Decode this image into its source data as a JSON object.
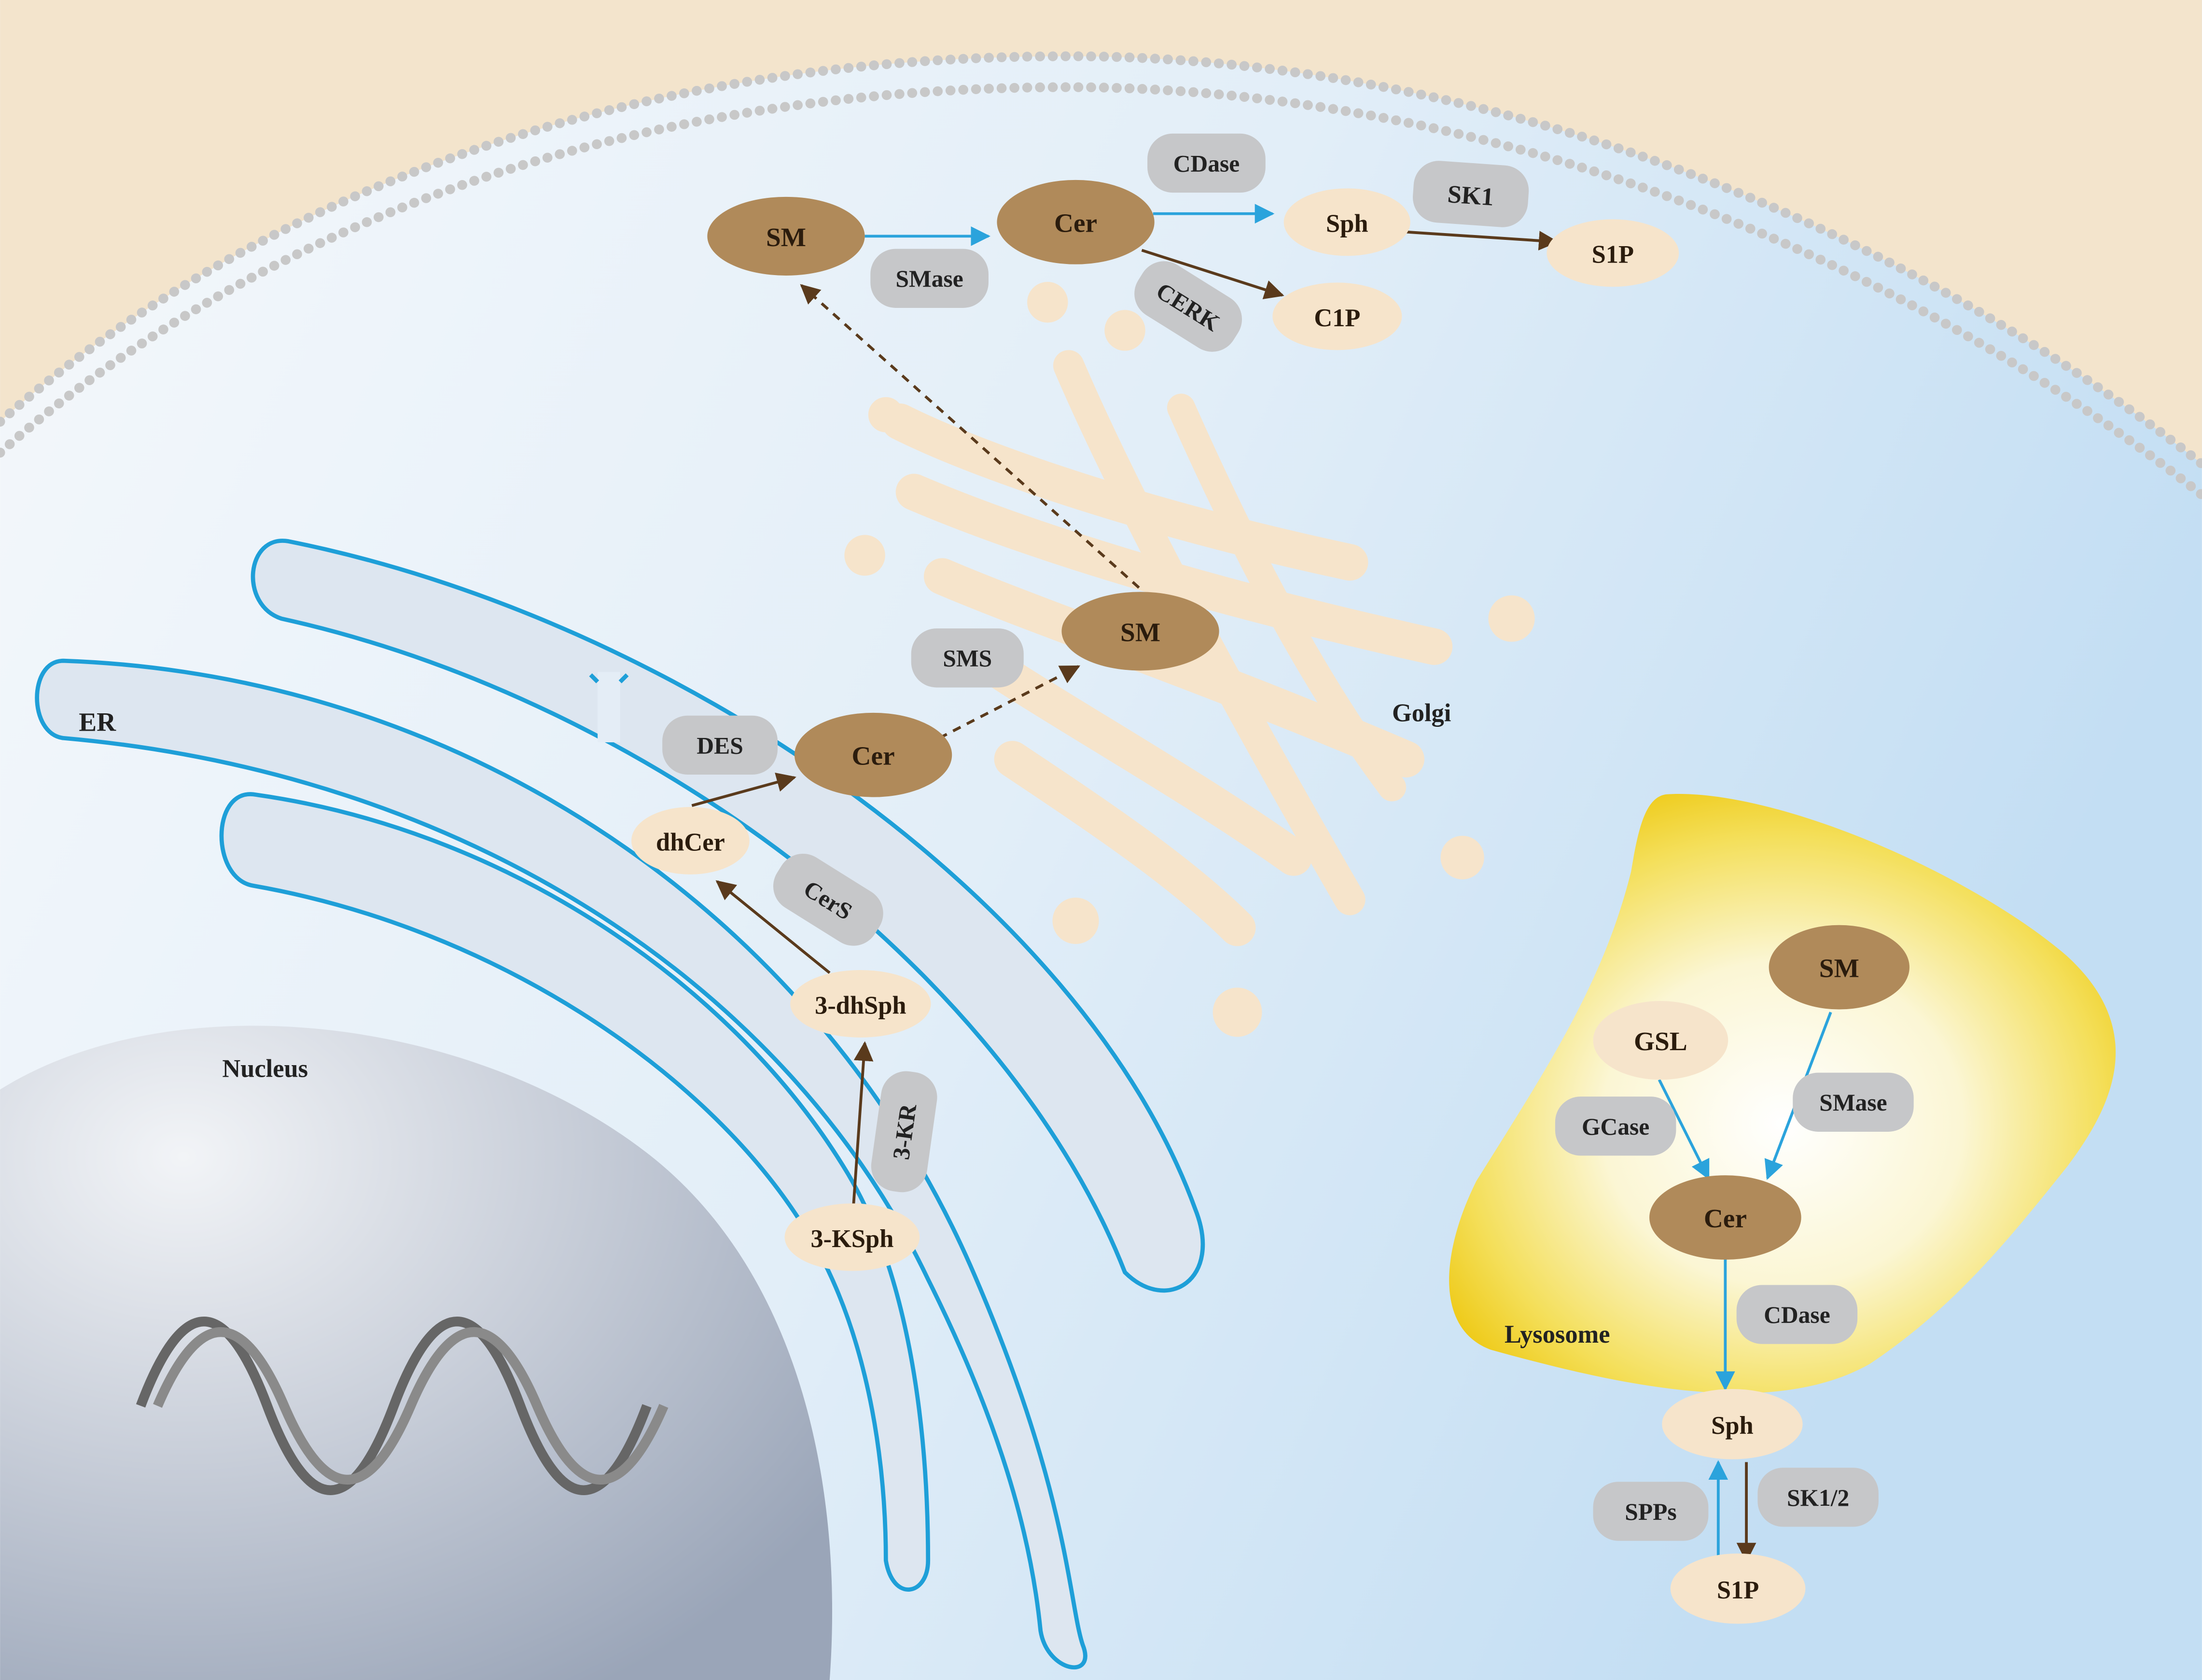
{
  "compartments": {
    "er": "ER",
    "golgi": "Golgi",
    "nucleus": "Nucleus",
    "lysosome": "Lysosome"
  },
  "metabolites": {
    "sm_membrane": "SM",
    "cer_membrane": "Cer",
    "sph_membrane": "Sph",
    "s1p_membrane": "S1P",
    "c1p_membrane": "C1P",
    "sm_golgi": "SM",
    "cer_er": "Cer",
    "dhcer_er": "dhCer",
    "dhsph_er": "3-dhSph",
    "ksph_er": "3-KSph",
    "sm_lysosome": "SM",
    "gsl_lysosome": "GSL",
    "cer_lysosome": "Cer",
    "sph_cytosol": "Sph",
    "s1p_cytosol": "S1P"
  },
  "enzymes": {
    "cdase_membrane": "CDase",
    "smase_membrane": "SMase",
    "sk1_membrane": "SK1",
    "cerk_membrane": "CERK",
    "sms_golgi": "SMS",
    "des_er": "DES",
    "cers_er": "CerS",
    "kr_er": "3-KR",
    "gcase_lysosome": "GCase",
    "smase_lysosome": "SMase",
    "cdase_lysosome": "CDase",
    "sk12_cytosol": "SK1/2",
    "spps_cytosol": "SPPs"
  },
  "colors": {
    "metabolite_dark": "#b08a5a",
    "metabolite_light": "#f6e4cb",
    "enzyme_grey": "#c6c7c9",
    "arrow_blue": "#2ba3dc",
    "arrow_brown": "#5a3a1c",
    "er_stroke": "#1e9fd8",
    "lysosome_yellow": "#f2d31b",
    "membrane_beige": "#f3e4cc"
  }
}
